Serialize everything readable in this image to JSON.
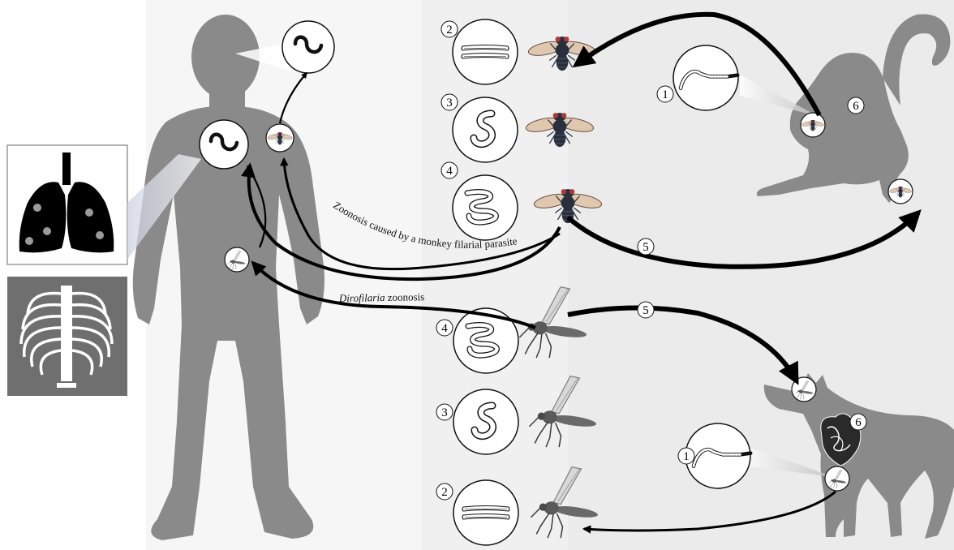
{
  "colors": {
    "silhouette": "#8a8a8a",
    "panel": "#f1f1f1",
    "lungs_panel_bg": "#ffffff",
    "lungs": "#000000",
    "lung_nodules": "#9a9a9a",
    "ribcage_panel_bg": "#6f6f6f",
    "ribcage": "#ffffff",
    "arrows": "#000000"
  },
  "paths": {
    "monkey_label": "Zoonosis caused by a monkey filarial parasite",
    "dirofilaria_label_italic": "Dirofilaria",
    "dirofilaria_label_rest": " zoonosis"
  },
  "stage_numbers": {
    "n1": "1",
    "n2": "2",
    "n3": "3",
    "n4": "4",
    "n5": "5",
    "n6": "6"
  },
  "icons": {
    "human": "human-silhouette-icon",
    "monkey": "monkey-silhouette-icon",
    "dog": "dog-silhouette-icon",
    "fly": "fly-icon",
    "mosquito": "mosquito-icon",
    "larva": "larva-icon",
    "microfilaria": "microfilaria-icon",
    "lungs": "lungs-icon",
    "ribcage": "ribcage-icon",
    "heart": "heart-icon"
  }
}
